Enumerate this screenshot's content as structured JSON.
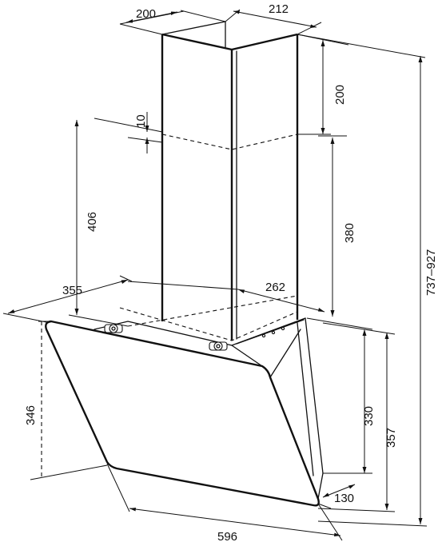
{
  "dimensions": {
    "chimney_depth": "200",
    "chimney_width": "212",
    "chimney_top_height": "200",
    "overlap": "10",
    "chimney_lower_height": "406",
    "chimney_inner_height": "380",
    "hood_depth": "355",
    "hood_width_top": "262",
    "front_height": "346",
    "hood_height": "330",
    "hood_total_height": "357",
    "total_height": "737–927",
    "hood_width": "596",
    "bottom_depth": "130"
  }
}
